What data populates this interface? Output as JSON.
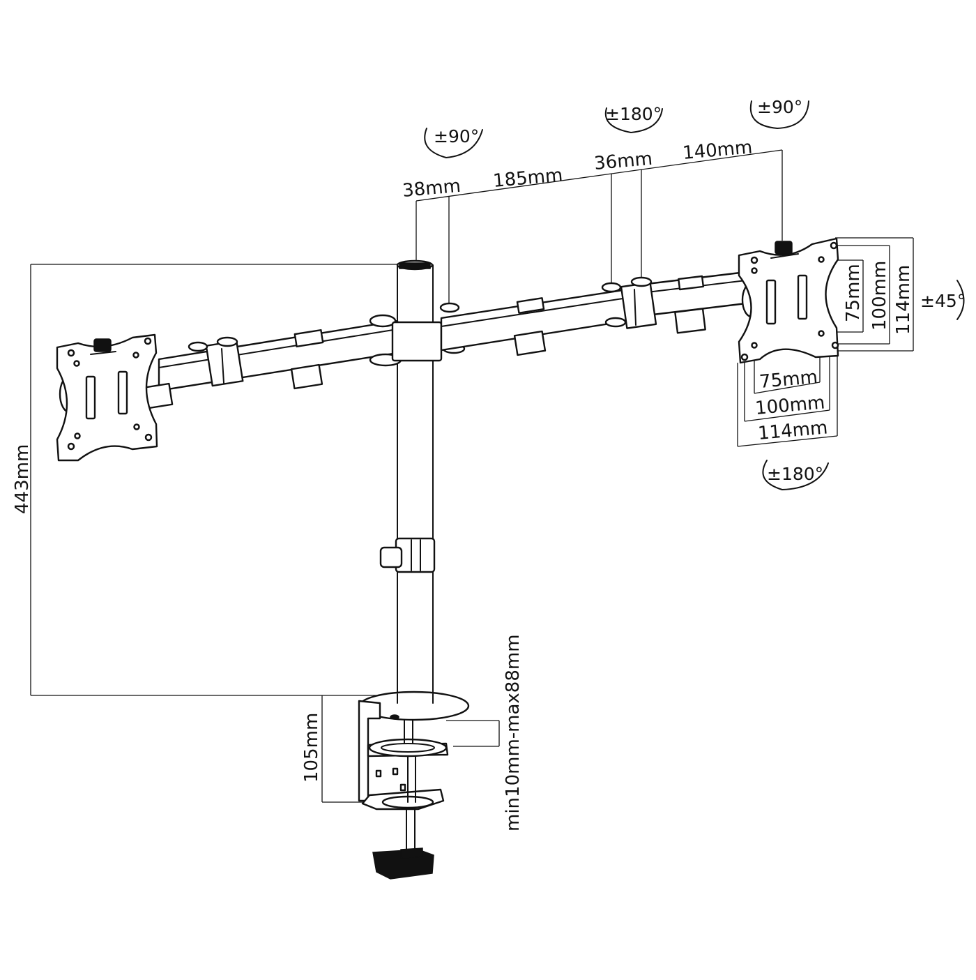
{
  "dimensions": {
    "pole_offset": "38mm",
    "arm_segment": "185mm",
    "joint_offset": "36mm",
    "arm_end": "140mm",
    "overall_height": "443mm",
    "clamp_height": "105mm",
    "desk_thickness": "min10mm-max88mm",
    "vesa_75_h": "75mm",
    "vesa_100_h": "100mm",
    "vesa_114_h": "114mm",
    "vesa_75_v": "75mm",
    "vesa_100_v": "100mm",
    "vesa_114_v": "114mm"
  },
  "rotations": {
    "pole_swivel": "±90°",
    "arm_joint": "±180°",
    "head_swivel": "±90°",
    "tilt": "±45°",
    "rotation": "±180°"
  }
}
